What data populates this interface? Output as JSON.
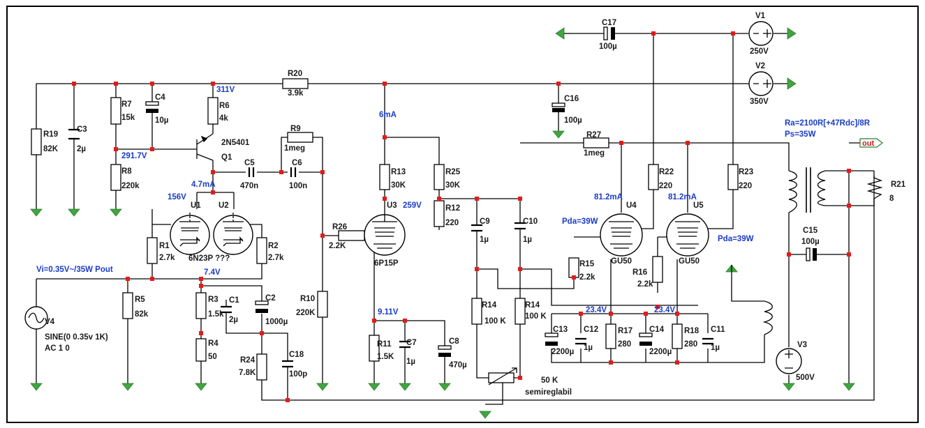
{
  "title": "",
  "colors": {
    "wire": "#000000",
    "annotation": "#1a3cc8",
    "ground": "#41a541",
    "junction": "#e31b1b"
  },
  "labels": {
    "R1": "R1",
    "R1v": "2.7k",
    "R2": "R2",
    "R2v": "2.7k",
    "R3": "R3",
    "R3v": "1.5k",
    "R4": "R4",
    "R4v": "50",
    "R5": "R5",
    "R5v": "82k",
    "R6": "R6",
    "R6v": "4k",
    "R7": "R7",
    "R7v": "15k",
    "R8": "R8",
    "R8v": "220k",
    "R9": "R9",
    "R9v": "1meg",
    "R10": "R10",
    "R10v": "220K",
    "R11": "R11",
    "R11v": "1.5K",
    "R12": "R12",
    "R12v": "220",
    "R13": "R13",
    "R13v": "30K",
    "R14a": "R14",
    "R14av": "100 K",
    "R14b": "R14",
    "R14bv": "100 K",
    "R15": "R15",
    "R15v": "2.2k",
    "R16": "R16",
    "R16v": "2.2k",
    "R17": "R17",
    "R17v": "280",
    "R18": "R18",
    "R18v": "280",
    "R19": "R19",
    "R19v": "82K",
    "R20": "R20",
    "R20v": "3.9k",
    "R21": "R21",
    "R21v": "8",
    "R22": "R22",
    "R22v": "220",
    "R23": "R23",
    "R23v": "220",
    "R24": "R24",
    "R24v": "7.8K",
    "R25": "R25",
    "R25v": "30K",
    "R26": "R26",
    "R26v": "2.2K",
    "R27": "R27",
    "R27v": "1meg",
    "C1": "C1",
    "C1v": "2µ",
    "C2": "C2",
    "C2v": "1000µ",
    "C3": "C3",
    "C3v": "2µ",
    "C4": "C4",
    "C4v": "10µ",
    "C5": "C5",
    "C5v": "470n",
    "C6": "C6",
    "C6v": "100n",
    "C7": "C7",
    "C7v": "1µ",
    "C8": "C8",
    "C8v": "470µ",
    "C9": "C9",
    "C9v": "1µ",
    "C10": "C10",
    "C10v": "1µ",
    "C11": "C11",
    "C11v": "1µ",
    "C12": "C12",
    "C12v": "1µ",
    "C13": "C13",
    "C13v": "2200µ",
    "C14": "C14",
    "C14v": "2200µ",
    "C15": "C15",
    "C15v": "100µ",
    "C16": "C16",
    "C16v": "100µ",
    "C17": "C17",
    "C17v": "100µ",
    "C18": "C18",
    "C18v": "100p",
    "V1": "V1",
    "V1v": "250V",
    "V2": "V2",
    "V2v": "350V",
    "V3": "V3",
    "V3v": "500V",
    "V4": "V4",
    "V4v1": "SINE(0 0.35v 1K)",
    "V4v2": "AC 1 0",
    "U1": "U1",
    "U2": "U2",
    "U3": "U3",
    "U4": "U4",
    "U5": "U5",
    "tube12": "6N23P ???",
    "tube3": "6P15P",
    "tube4": "GU50",
    "tube5": "GU50",
    "Q1": "Q1",
    "Q1v": "2N5401",
    "pot": "50 K",
    "potSub": "semireglabil",
    "out": "out"
  },
  "annotations": {
    "v311": "311V",
    "v2917": "291.7V",
    "i47": "4.7mA",
    "v156": "156V",
    "v74": "7.4V",
    "i6": "6mA",
    "v259": "259V",
    "v911": "9.11V",
    "i812a": "81.2mA",
    "i812b": "81.2mA",
    "pda1": "Pda=39W",
    "pda2": "Pda=39W",
    "v234a": "23.4V",
    "v234b": "23.4V",
    "ra": "Ra=2100R[+47Rdc]/8R",
    "ps": "Ps=35W",
    "vi": "Vi=0.35V~/35W Pout"
  }
}
